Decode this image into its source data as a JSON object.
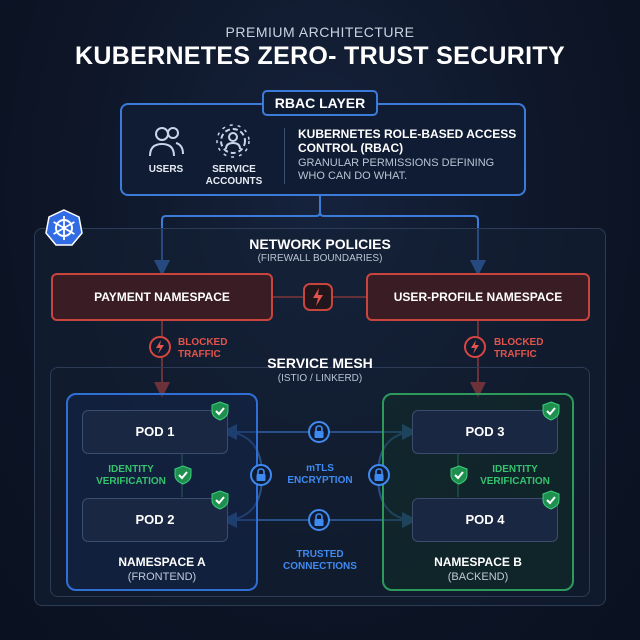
{
  "header": {
    "subtitle": "PREMIUM ARCHITECTURE",
    "title": "KUBERNETES ZERO- TRUST SECURITY"
  },
  "rbac": {
    "tag": "RBAC LAYER",
    "users_label": "USERS",
    "service_accounts_label": "SERVICE\nACCOUNTS",
    "heading": "KUBERNETES ROLE-BASED ACCESS CONTROL (RBAC)",
    "description": "GRANULAR PERMISSIONS DEFINING WHO CAN DO WHAT."
  },
  "network_policies": {
    "title": "NETWORK POLICIES",
    "subtitle": "(FIREWALL BOUNDARIES)",
    "payment_namespace": "PAYMENT NAMESPACE",
    "user_profile_namespace": "USER-PROFILE NAMESPACE",
    "blocked_left": "BLOCKED\nTRAFFIC",
    "blocked_right": "BLOCKED\nTRAFFIC"
  },
  "service_mesh": {
    "title": "SERVICE MESH",
    "subtitle": "(ISTIO / LINKERD)",
    "mtls_label": "mTLS\nENCRYPTION",
    "trusted_label": "TRUSTED\nCONNECTIONS",
    "namespace_a": {
      "pod_top": "POD 1",
      "pod_bottom": "POD 2",
      "identity": "IDENTITY\nVERIFICATION",
      "name": "NAMESPACE A",
      "sub": "(FRONTEND)"
    },
    "namespace_b": {
      "pod_top": "POD 3",
      "pod_bottom": "POD 4",
      "identity": "IDENTITY\nVERIFICATION",
      "name": "NAMESPACE B",
      "sub": "(BACKEND)"
    }
  },
  "colors": {
    "rbac_blue": "#3d7bd9",
    "blocked_red": "#e2544b",
    "verified_green": "#36c26f",
    "mtls_blue": "#3f8af0"
  },
  "icons": [
    "users-icon",
    "service-account-icon",
    "kubernetes-logo-icon",
    "lightning-bolt-icon",
    "lock-icon",
    "shield-check-icon"
  ]
}
